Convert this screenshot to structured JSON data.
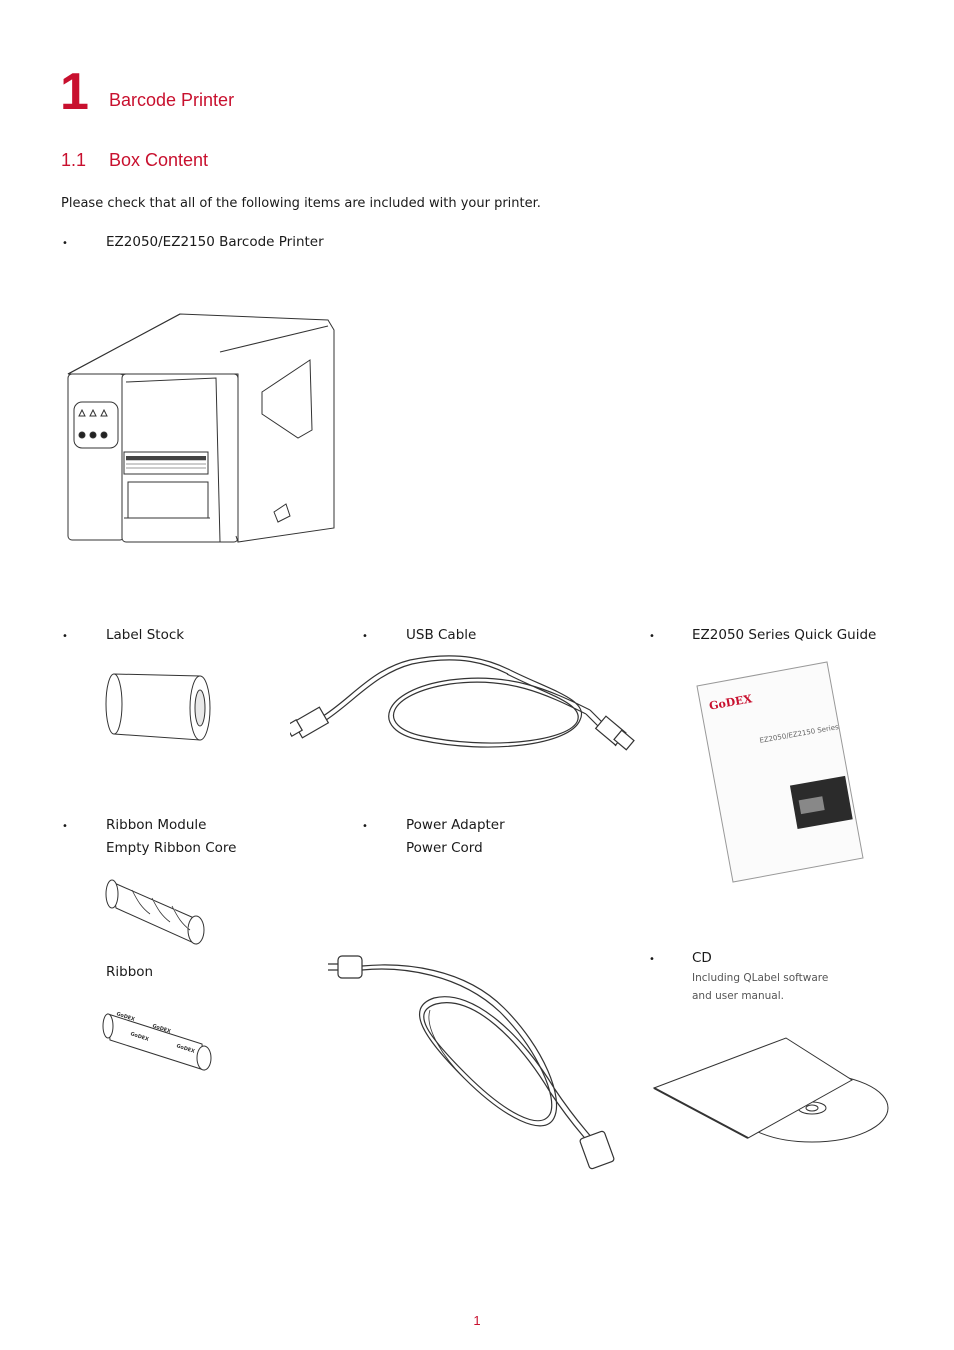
{
  "chapter": {
    "number": "1",
    "title": "Barcode Printer"
  },
  "section": {
    "number": "1.1",
    "title": "Box Content"
  },
  "intro": "Please check that all of the following items are included with your printer.",
  "bullet_glyph": "•",
  "items": {
    "printer": "EZ2050/EZ2150 Barcode Printer",
    "label_stock": "Label Stock",
    "usb_cable": "USB Cable",
    "quick_guide": "EZ2050 Series Quick Guide",
    "ribbon_module": "Ribbon Module",
    "empty_ribbon_core": "Empty Ribbon Core",
    "ribbon": "Ribbon",
    "power_adapter": "Power Adapter",
    "power_cord": "Power Cord",
    "cd": "CD",
    "cd_note_1": "Including QLabel software",
    "cd_note_2": "and user manual."
  },
  "guide_cover": {
    "brand": "GoDEX",
    "series": "EZ2050/EZ2150 Series"
  },
  "ribbon_brand": "GoDEX",
  "page_number": "1",
  "colors": {
    "accent": "#c8102e",
    "text": "#1a1a1a",
    "line_art": "#333333"
  }
}
